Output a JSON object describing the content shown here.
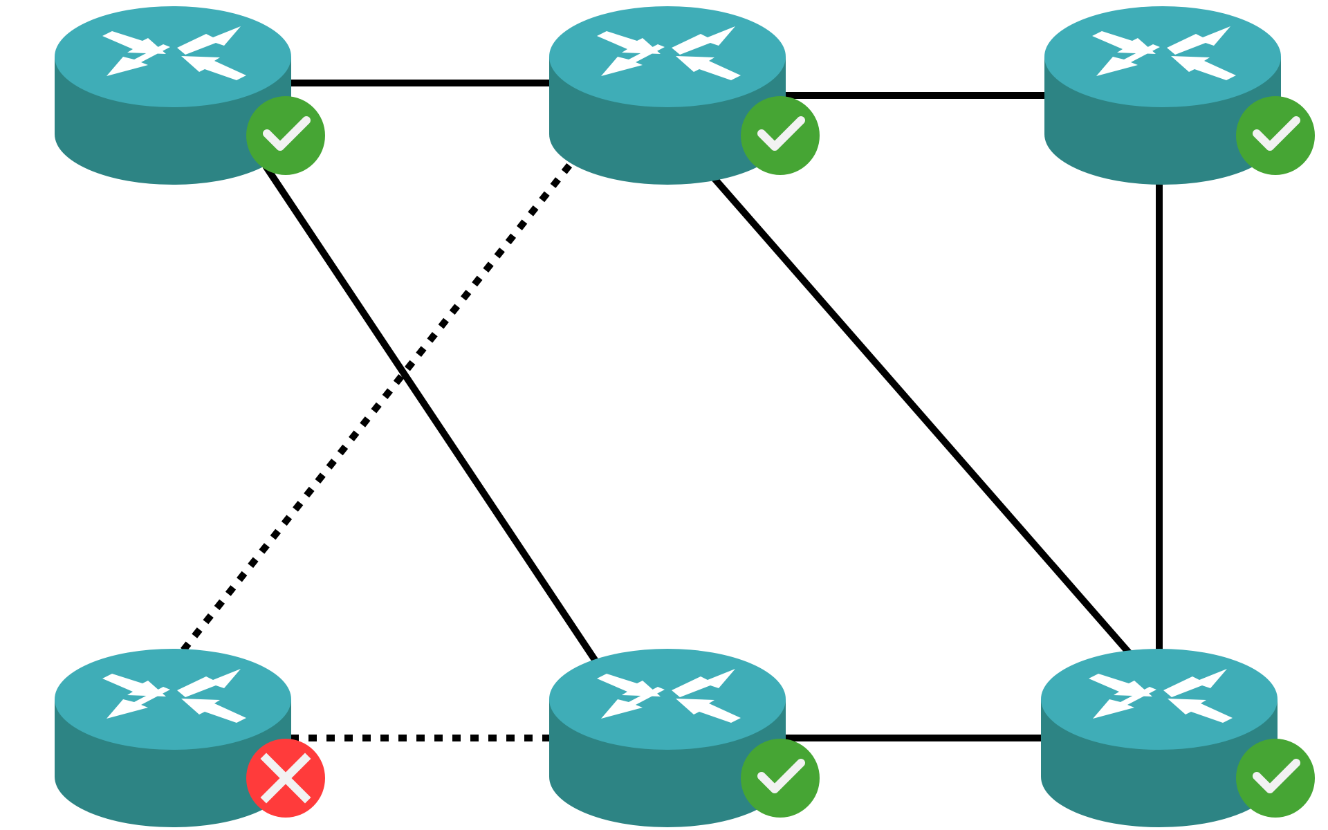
{
  "diagram": {
    "colors": {
      "router_top": "#3FADB7",
      "router_side": "#2D8484",
      "arrow": "#FFFFFF",
      "link": "#000000",
      "status_ok": "#46A534",
      "status_fail": "#FF3B3B",
      "status_mark": "#F2F2F2",
      "background": "#FFFFFF"
    },
    "nodes": [
      {
        "id": "router-1",
        "icon": "router-icon",
        "status": "ok",
        "status_icon": "checkmark-icon"
      },
      {
        "id": "router-2",
        "icon": "router-icon",
        "status": "ok",
        "status_icon": "checkmark-icon"
      },
      {
        "id": "router-3",
        "icon": "router-icon",
        "status": "ok",
        "status_icon": "checkmark-icon"
      },
      {
        "id": "router-4",
        "icon": "router-icon",
        "status": "fail",
        "status_icon": "x-icon"
      },
      {
        "id": "router-5",
        "icon": "router-icon",
        "status": "ok",
        "status_icon": "checkmark-icon"
      },
      {
        "id": "router-6",
        "icon": "router-icon",
        "status": "ok",
        "status_icon": "checkmark-icon"
      }
    ],
    "links": [
      {
        "from": "router-1",
        "to": "router-2",
        "state": "up"
      },
      {
        "from": "router-2",
        "to": "router-3",
        "state": "up"
      },
      {
        "from": "router-1",
        "to": "router-5",
        "state": "up"
      },
      {
        "from": "router-2",
        "to": "router-6",
        "state": "up"
      },
      {
        "from": "router-3",
        "to": "router-6",
        "state": "up"
      },
      {
        "from": "router-5",
        "to": "router-6",
        "state": "up"
      },
      {
        "from": "router-4",
        "to": "router-2",
        "state": "down"
      },
      {
        "from": "router-4",
        "to": "router-5",
        "state": "down"
      }
    ]
  }
}
